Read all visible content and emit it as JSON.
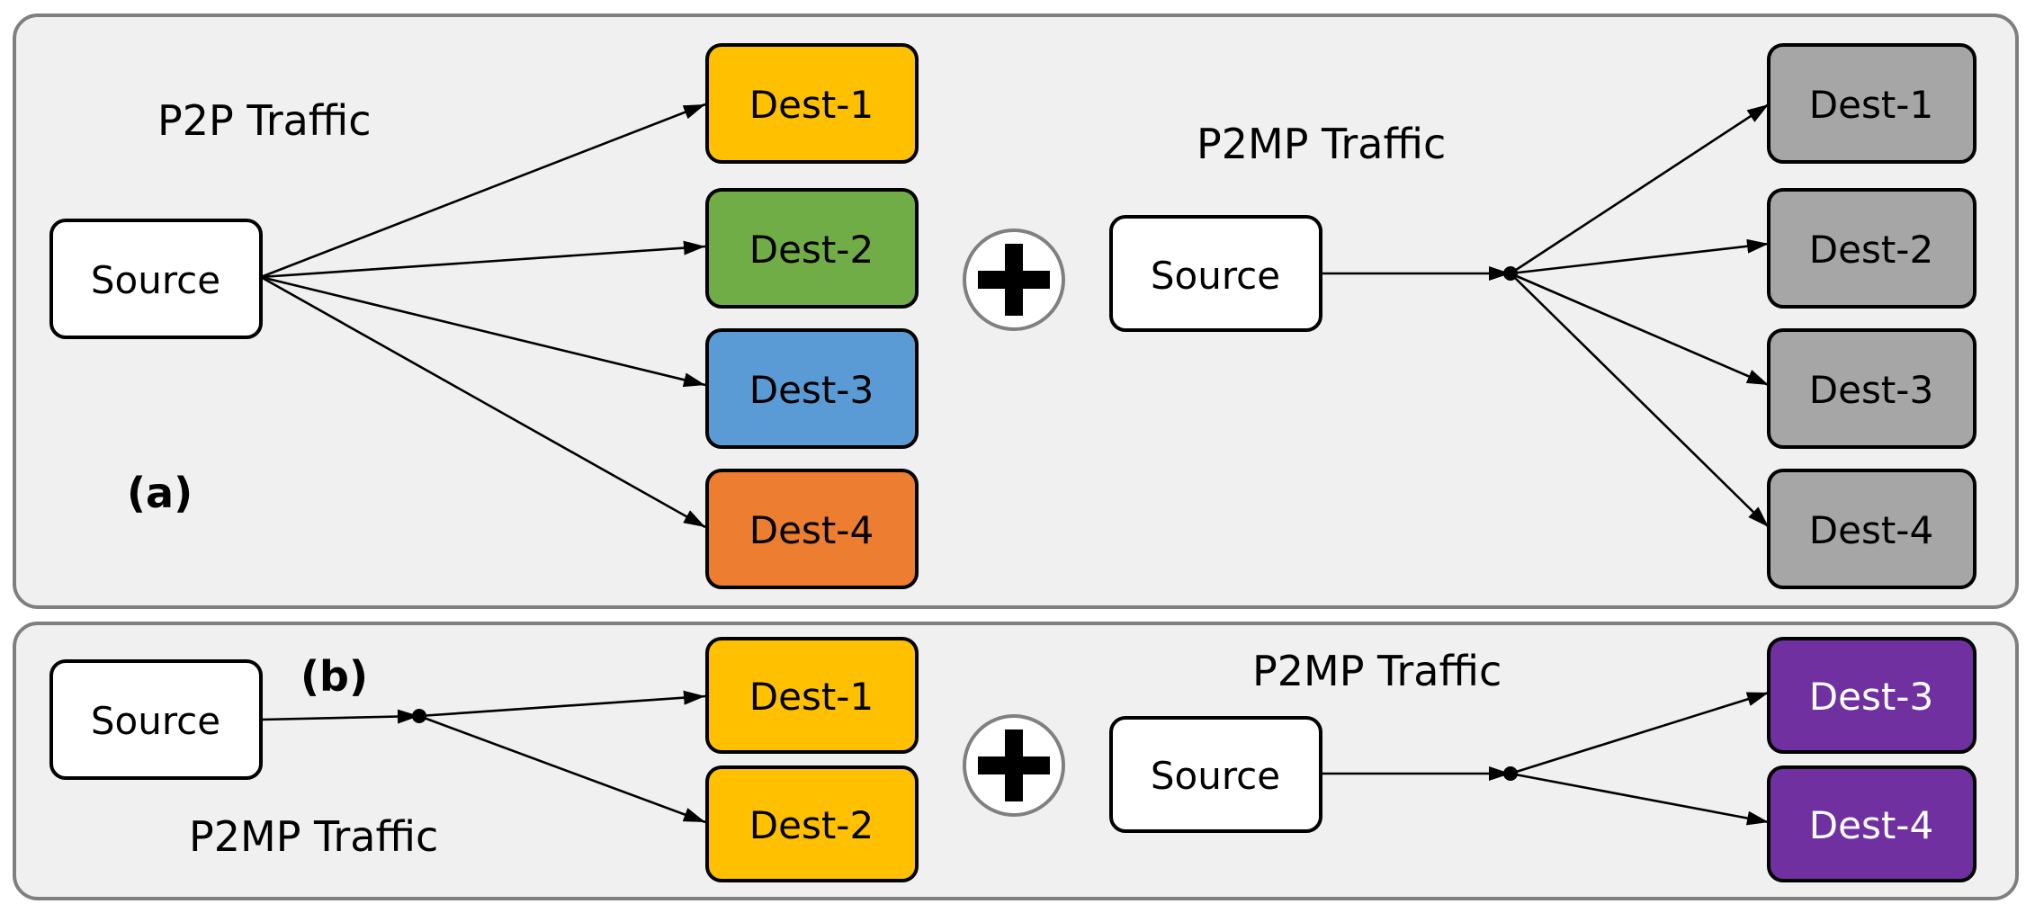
{
  "colors": {
    "panel_bg": "#f0f0f0",
    "panel_border": "#7f7f7f",
    "source_fill": "#ffffff",
    "yellow": "#ffc000",
    "green": "#70ad47",
    "blue": "#5b9bd5",
    "orange": "#ed7d31",
    "gray": "#a6a6a6",
    "purple": "#7030a0"
  },
  "panel_a": {
    "tag": "(a)",
    "left": {
      "title": "P2P Traffic",
      "source": "Source",
      "dests": [
        {
          "label": "Dest-1",
          "color": "#ffc000"
        },
        {
          "label": "Dest-2",
          "color": "#70ad47"
        },
        {
          "label": "Dest-3",
          "color": "#5b9bd5"
        },
        {
          "label": "Dest-4",
          "color": "#ed7d31"
        }
      ]
    },
    "right": {
      "title": "P2MP Traffic",
      "source": "Source",
      "dests": [
        {
          "label": "Dest-1",
          "color": "#a6a6a6"
        },
        {
          "label": "Dest-2",
          "color": "#a6a6a6"
        },
        {
          "label": "Dest-3",
          "color": "#a6a6a6"
        },
        {
          "label": "Dest-4",
          "color": "#a6a6a6"
        }
      ]
    }
  },
  "panel_b": {
    "tag": "(b)",
    "left": {
      "title": "P2MP Traffic",
      "source": "Source",
      "dests": [
        {
          "label": "Dest-1",
          "color": "#ffc000"
        },
        {
          "label": "Dest-2",
          "color": "#ffc000"
        }
      ]
    },
    "right": {
      "title": "P2MP Traffic",
      "source": "Source",
      "dests": [
        {
          "label": "Dest-3",
          "color": "#7030a0"
        },
        {
          "label": "Dest-4",
          "color": "#7030a0"
        }
      ]
    }
  }
}
